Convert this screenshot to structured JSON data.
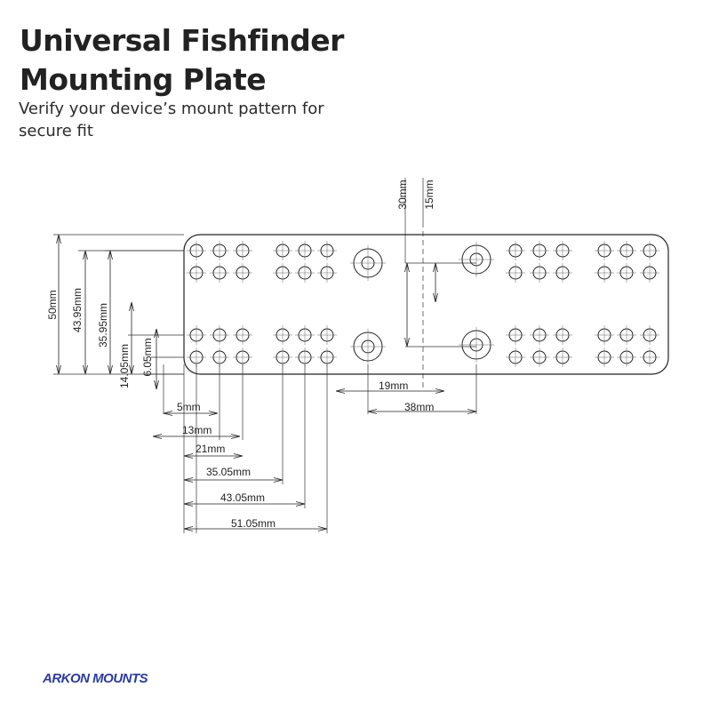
{
  "title_line1": "Universal Fishfinder",
  "title_line2": "Mounting Plate",
  "subtitle": "Verify your device’s mount pattern for secure fit",
  "logo": "ARKON MOUNTS",
  "logo_color": "#2a3c9c",
  "dimensions": {
    "width_5": "5mm",
    "width_13": "13mm",
    "width_21": "21mm",
    "width_35": "35.05mm",
    "width_43": "43.05mm",
    "width_51": "51.05mm",
    "width_19": "19mm",
    "width_38": "38mm",
    "height_50": "50mm",
    "height_4395": "43.95mm",
    "height_3595": "35.95mm",
    "height_1405": "14.05mm",
    "height_605": "6.05mm",
    "height_30": "30mm",
    "height_15": "15mm"
  }
}
